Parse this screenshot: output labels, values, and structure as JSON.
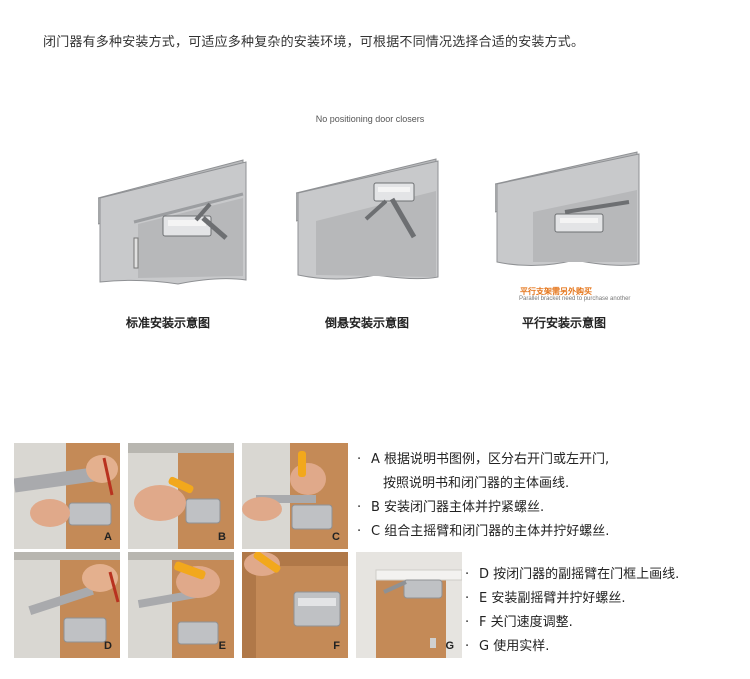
{
  "intro": "闭门器有多种安装方式，可适应多种复杂的安装环境，可根据不同情况选择合适的安装方式。",
  "diagram_title": "No positioning door closers",
  "diagrams": [
    {
      "label": "标准安装示意图"
    },
    {
      "label": "倒悬安装示意图"
    },
    {
      "label": "平行安装示意图"
    }
  ],
  "parallel_note_cn": "平行支架需另外购买",
  "parallel_note_en": "Parallel bracket need to purchase another",
  "photos": [
    {
      "letter": "A"
    },
    {
      "letter": "B"
    },
    {
      "letter": "C"
    },
    {
      "letter": "D"
    },
    {
      "letter": "E"
    },
    {
      "letter": "F"
    },
    {
      "letter": "G"
    }
  ],
  "bullet": "·",
  "steps_top": [
    {
      "text": "A  根据说明书图例，区分右开门或左开门,"
    },
    {
      "text": "按照说明书和闭门器的主体画线."
    },
    {
      "text": "B  安装闭门器主体并拧紧螺丝."
    },
    {
      "text": "C  组合主摇臂和闭门器的主体并拧好螺丝."
    }
  ],
  "steps_bottom": [
    {
      "text": "D  按闭门器的副摇臂在门框上画线."
    },
    {
      "text": "E  安装副摇臂并拧好螺丝."
    },
    {
      "text": "F  关门速度调整."
    },
    {
      "text": "G  使用实样."
    }
  ],
  "colors": {
    "door": "#c8c9cb",
    "door_dark": "#8f9194",
    "wood": "#c48a57",
    "accent": "#e5761c"
  }
}
